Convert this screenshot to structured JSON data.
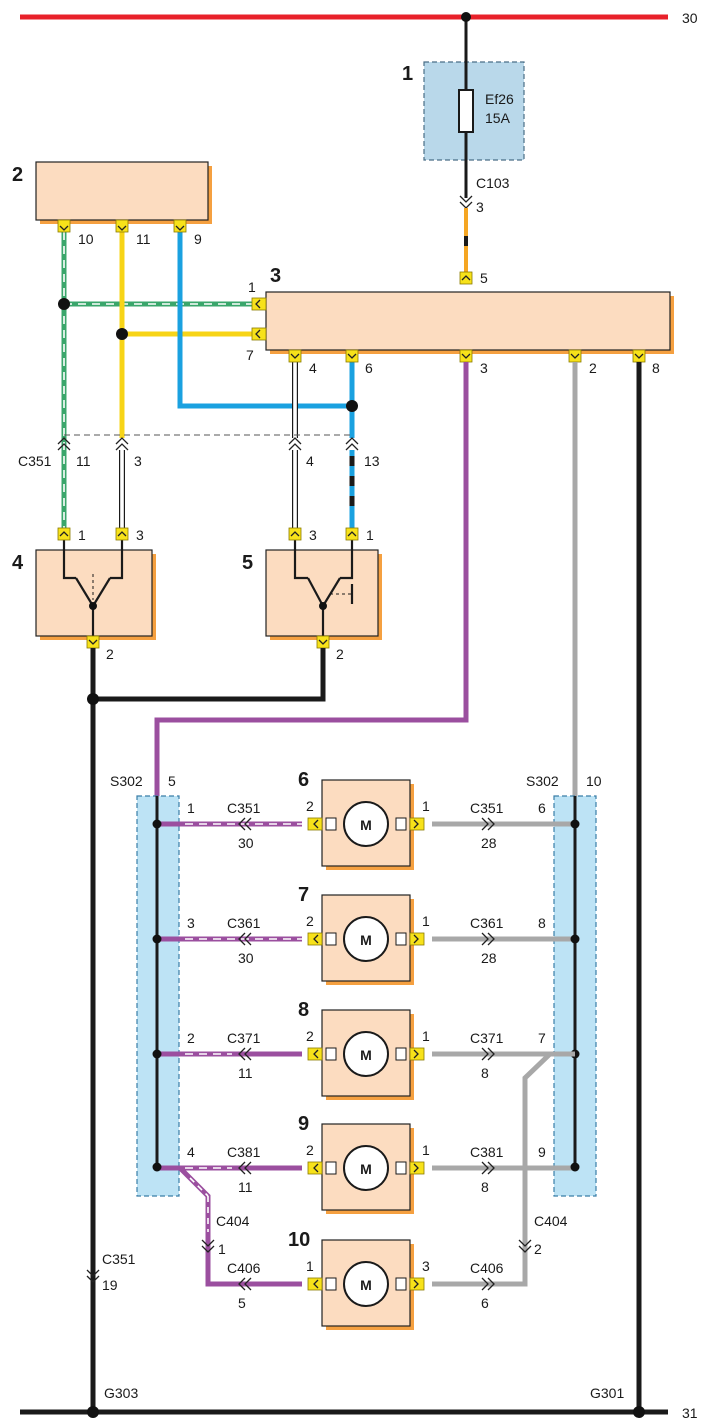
{
  "rails": {
    "top": "30",
    "bottom": "31"
  },
  "components": {
    "fuse_box": {
      "number": "1",
      "fuse": "Ef26",
      "rating": "15A"
    },
    "module_2": {
      "number": "2"
    },
    "module_3": {
      "number": "3"
    },
    "switch_4": {
      "number": "4"
    },
    "switch_5": {
      "number": "5"
    },
    "motor_6": {
      "number": "6",
      "symbol": "M"
    },
    "motor_7": {
      "number": "7",
      "symbol": "M"
    },
    "motor_8": {
      "number": "8",
      "symbol": "M"
    },
    "motor_9": {
      "number": "9",
      "symbol": "M"
    },
    "motor_10": {
      "number": "10",
      "symbol": "M"
    }
  },
  "connectors": {
    "c103": "C103",
    "c351": "C351",
    "c361": "C361",
    "c371": "C371",
    "c381": "C381",
    "c404": "C404",
    "c406": "C406"
  },
  "splices": {
    "s302": "S302"
  },
  "grounds": {
    "g303": "G303",
    "g301": "G301"
  },
  "pins": {
    "c103_3": "3",
    "m3_5": "5",
    "m3_1": "1",
    "m3_7": "7",
    "m3_4": "4",
    "m3_6": "6",
    "m3_3": "3",
    "m3_2": "2",
    "m3_8": "8",
    "m2_10": "10",
    "m2_11": "11",
    "m2_9": "9",
    "c351_11": "11",
    "c351_3": "3",
    "c351_4": "4",
    "c351_13": "13",
    "sw4_1": "1",
    "sw4_3": "3",
    "sw4_2": "2",
    "sw5_3": "3",
    "sw5_1": "1",
    "sw5_2": "2",
    "s302_left": "5",
    "s302_right": "10",
    "m6_l": "2",
    "m6_r": "1",
    "m6_sl": "1",
    "m6_cl": "30",
    "m6_cr": "28",
    "m6_sr": "6",
    "m7_l": "2",
    "m7_r": "1",
    "m7_sl": "3",
    "m7_cl": "30",
    "m7_cr": "28",
    "m7_sr": "8",
    "m8_l": "2",
    "m8_r": "1",
    "m8_sl": "2",
    "m8_cl": "11",
    "m8_cr": "8",
    "m8_sr": "7",
    "m9_l": "2",
    "m9_r": "1",
    "m9_sl": "4",
    "m9_cl": "11",
    "m9_cr": "8",
    "m9_sr": "9",
    "c404_l": "1",
    "c404_r": "2",
    "m10_l": "1",
    "m10_r": "3",
    "m10_cl": "5",
    "m10_cr": "6",
    "c351_19": "19"
  },
  "wire_colors": {
    "red": "#e8212a",
    "black": "#1a1a1a",
    "orange": "#f5a623",
    "green": "#3aa66b",
    "yellow": "#f7d417",
    "blue": "#1aa1e0",
    "violet": "#9b4f9f",
    "grey": "#a8a8a8",
    "white": "#ffffff"
  }
}
